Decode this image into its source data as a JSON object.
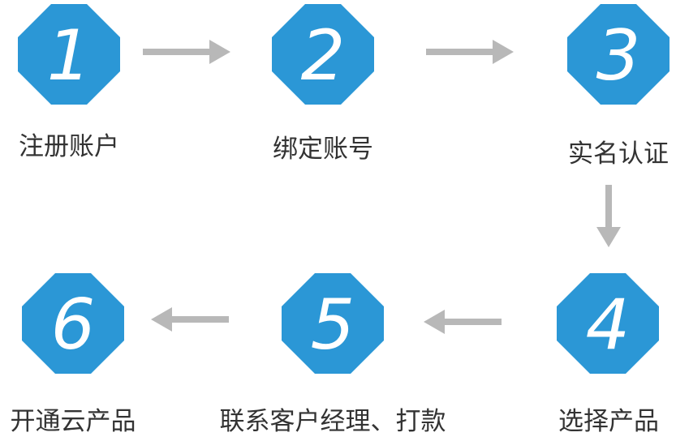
{
  "colors": {
    "octagon": "#2b97d6",
    "number": "#ffffff",
    "arrow": "#b8b8b8",
    "label": "#333333"
  },
  "steps": [
    {
      "number": "1",
      "label": "注册账户"
    },
    {
      "number": "2",
      "label": "绑定账号"
    },
    {
      "number": "3",
      "label": "实名认证"
    },
    {
      "number": "4",
      "label": "选择产品"
    },
    {
      "number": "5",
      "label": "联系客户经理、打款"
    },
    {
      "number": "6",
      "label": "开通云产品"
    }
  ],
  "arrows": [
    {
      "from": "1",
      "to": "2",
      "direction": "right"
    },
    {
      "from": "2",
      "to": "3",
      "direction": "right"
    },
    {
      "from": "3",
      "to": "4",
      "direction": "down"
    },
    {
      "from": "4",
      "to": "5",
      "direction": "left"
    },
    {
      "from": "5",
      "to": "6",
      "direction": "left"
    }
  ]
}
